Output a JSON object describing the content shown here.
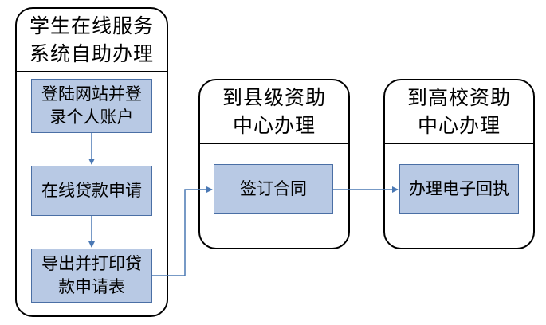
{
  "lanes": [
    {
      "title_line1": "学生在线服务",
      "title_line2": "系统自助办理"
    },
    {
      "title_line1": "到县级资助",
      "title_line2": "中心办理"
    },
    {
      "title_line1": "到高校资助",
      "title_line2": "中心办理"
    }
  ],
  "steps": {
    "login": {
      "line1": "登陆网站并登",
      "line2": "录个人账户"
    },
    "apply": {
      "line1": "在线贷款申请"
    },
    "print": {
      "line1": "导出并打印贷",
      "line2": "款申请表"
    },
    "contract": {
      "line1": "签订合同"
    },
    "receipt": {
      "line1": "办理电子回执"
    }
  },
  "colors": {
    "box_fill": "#b8c9e4",
    "box_border": "#4a6fa5",
    "arrow": "#4a78b4"
  }
}
